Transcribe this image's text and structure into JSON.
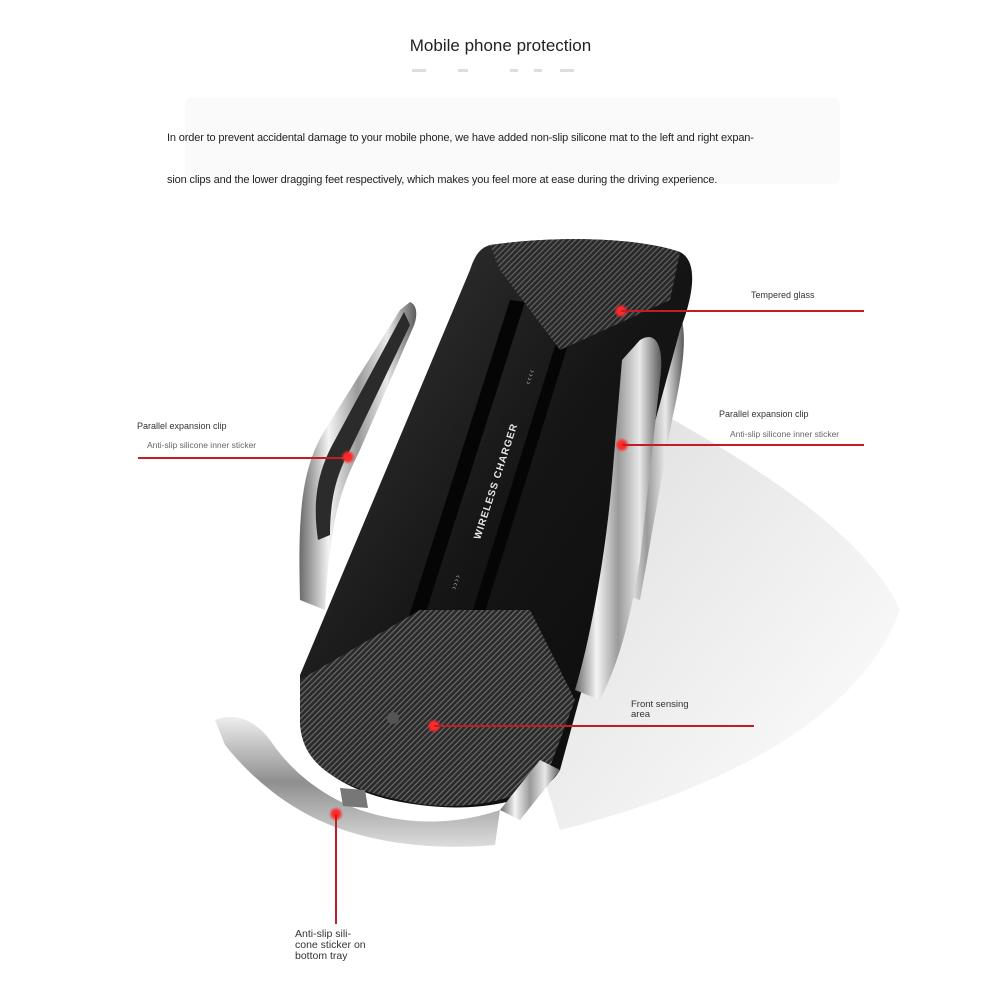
{
  "header": {
    "title": "Mobile phone protection"
  },
  "description": {
    "lines": [
      "In order to prevent accidental damage to your mobile phone, we have added non-slip silicone mat to the left and right expan-",
      "sion clips and the lower dragging feet respectively, which makes you feel more at ease during the driving experience."
    ]
  },
  "product": {
    "engraving": "WIRELESS CHARGER",
    "arrow_glyph": "‹‹‹‹",
    "colors": {
      "body": "#1b1b1b",
      "chrome": "#c8c8c8",
      "leader_line": "#c21d24",
      "marker": "#ff2a2a"
    }
  },
  "callouts": {
    "tempered_glass": {
      "label": "Tempered glass"
    },
    "left_clip": {
      "label": "Parallel expansion clip",
      "sublabel": "Anti-slip silicone inner sticker"
    },
    "right_clip": {
      "label": "Parallel expansion clip",
      "sublabel": "Anti-slip silicone inner sticker"
    },
    "front_sensing": {
      "label_line1": "Front sensing",
      "label_line2": "area"
    },
    "bottom_tray": {
      "label_line1": "Anti-slip sili-",
      "label_line2": "cone sticker on",
      "label_line3": "bottom tray"
    }
  }
}
